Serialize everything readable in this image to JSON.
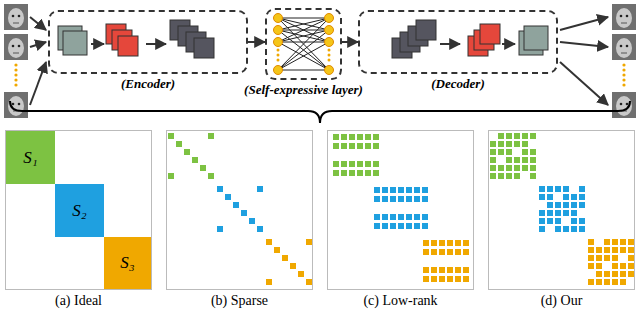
{
  "diagram": {
    "nodes": [
      {
        "text": [
          "(Encoder)"
        ]
      },
      {
        "text": [
          "(Self-expressive layer)"
        ]
      },
      {
        "text": [
          "(Decoder)"
        ]
      },
      {
        "text": [
          "(a) Ideal"
        ]
      },
      {
        "text": [
          "S₁"
        ],
        "in": 3
      },
      {
        "text": [
          "S₂"
        ],
        "in": 3
      },
      {
        "text": [
          "S₃"
        ],
        "in": 3
      },
      {
        "text": [
          "(b) Sparse"
        ]
      },
      {
        "text": [
          "(c) Low-rank"
        ]
      },
      {
        "text": [
          "(d) Our"
        ]
      }
    ],
    "edges": [
      {
        "from": 0,
        "to": 1,
        "arrow": "to"
      },
      {
        "from": 1,
        "to": 2,
        "arrow": "to"
      }
    ]
  }
}
